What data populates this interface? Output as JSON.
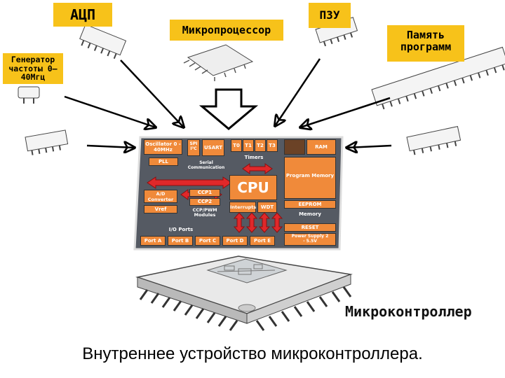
{
  "labels": {
    "adc": "АЦП",
    "cpu_title": "Микропроцессор",
    "rom": "ПЗУ",
    "prog_mem": "Память программ",
    "gen": "Генератор частоты 0–40Мгц",
    "microcontroller": "Микроконтроллер"
  },
  "caption": "Внутреннее устройство микроконтроллера.",
  "chip": {
    "oscillator": "Oscillator 0 - 40MHz",
    "pll": "PLL",
    "spi": "SPI I²C",
    "usart": "USART",
    "serial": "Serial Communication",
    "t0": "T0",
    "t1": "T1",
    "t2": "T2",
    "t3": "T3",
    "timers": "Timers",
    "ram": "RAM",
    "program_memory": "Program Memory",
    "eeprom": "EEPROM",
    "memory": "Memory",
    "cpu": "CPU",
    "interrupts": "Interrupts",
    "wdt": "WDT",
    "adc": "A/D Converter",
    "vref": "Vref",
    "ccp1": "CCP1",
    "ccp2": "CCP2",
    "ccp_modules": "CCP/PWM Modules",
    "io_ports": "I/O Ports",
    "reset": "RESET",
    "power_supply": "Power Supply 2 - 5.5V",
    "ports": [
      "Port A",
      "Port B",
      "Port C",
      "Port D",
      "Port E"
    ]
  },
  "colors": {
    "label_bg": "#f7c21a",
    "block": "#f08a3a",
    "board": "#555a63",
    "arrow_red": "#e0282a"
  }
}
